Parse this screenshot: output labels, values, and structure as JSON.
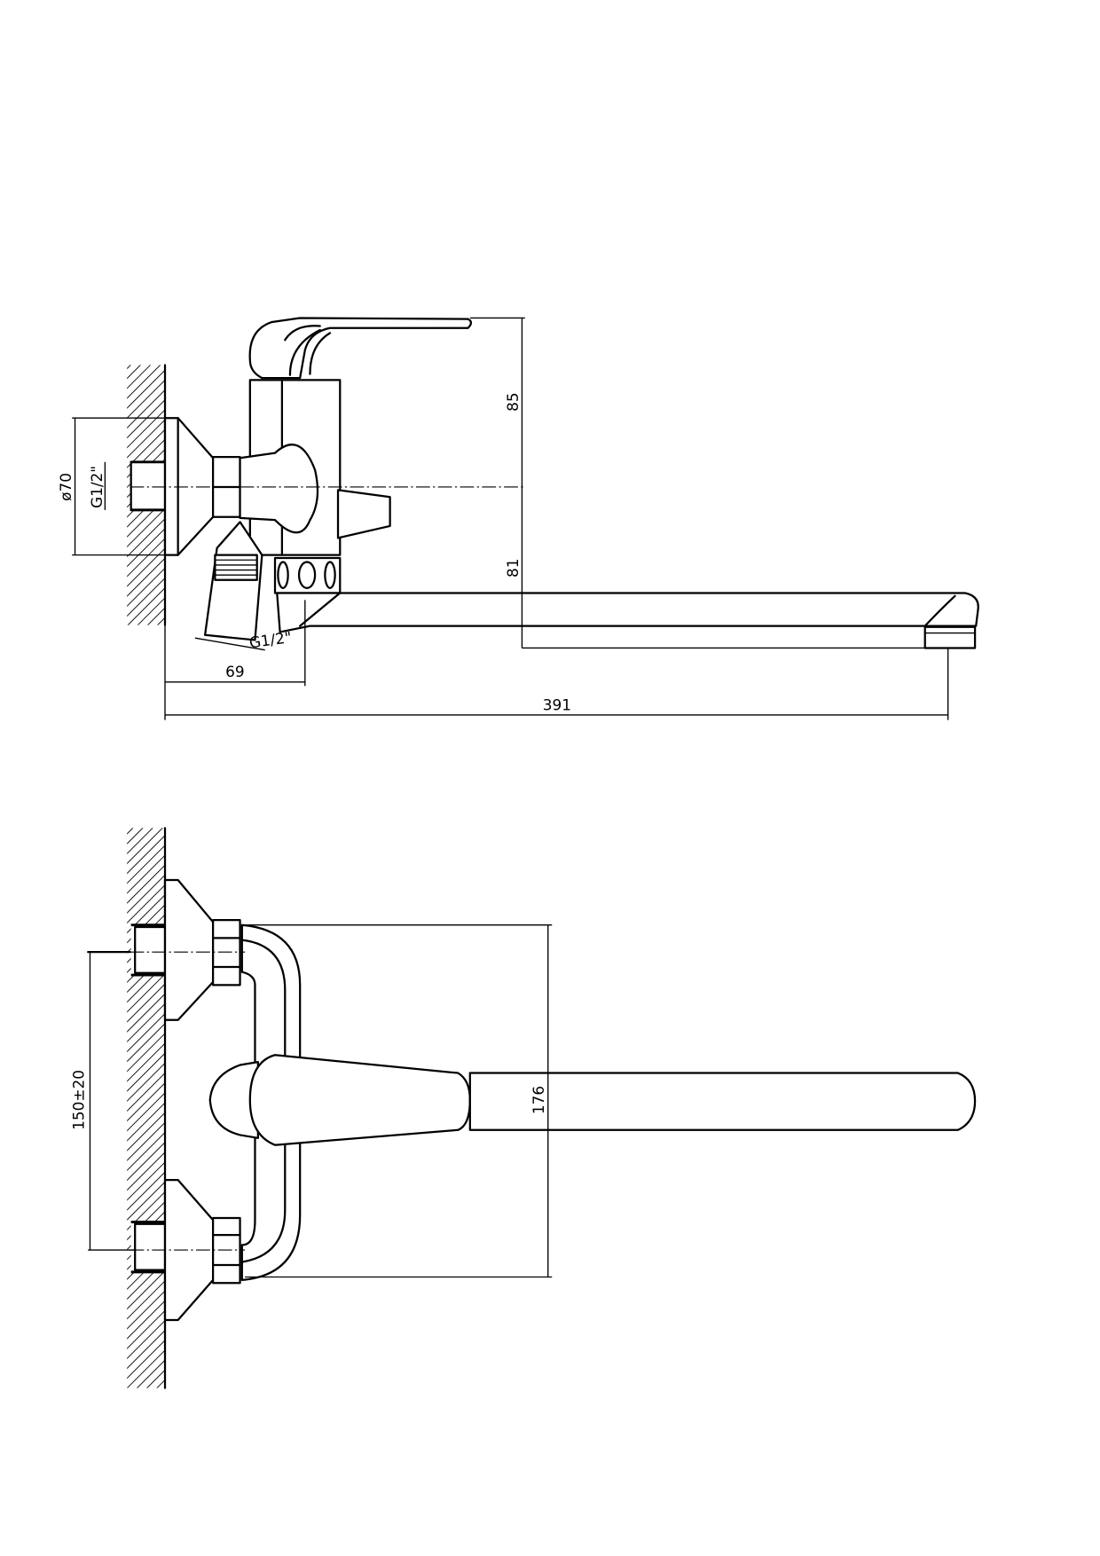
{
  "side_view": {
    "dim_height_upper": "85",
    "dim_height_lower": "81",
    "dim_flange_diameter": "ø70",
    "thread_inlet": "G1/2\"",
    "thread_shower_outlet": "G1/2\"",
    "dim_wall_to_body": "69",
    "dim_total_reach": "391"
  },
  "front_view": {
    "dim_inlet_spacing": "150±20",
    "dim_body_height": "176"
  }
}
